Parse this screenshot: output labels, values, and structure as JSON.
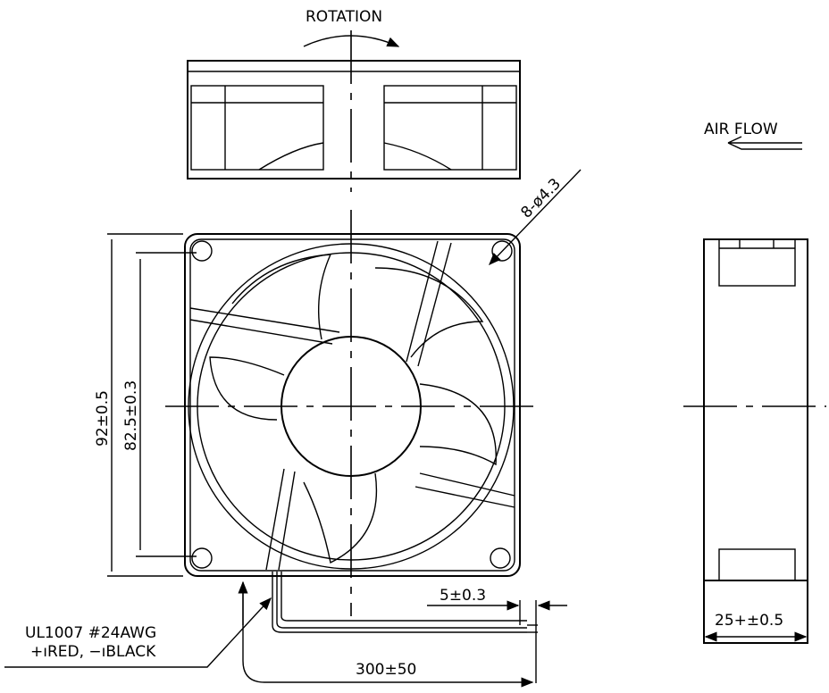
{
  "labels": {
    "rotation": "ROTATION",
    "air_flow": "AIR FLOW",
    "holes": "8-ø4.3",
    "outer_size": "92±0.5",
    "hole_pitch": "82.5±0.3",
    "wire_spec": "UL1007 #24AWG",
    "wire_colors": "+ıRED, −ıBLACK",
    "strip_length": "5±0.3",
    "lead_length": "300±50",
    "thickness": "25+±0.5"
  }
}
